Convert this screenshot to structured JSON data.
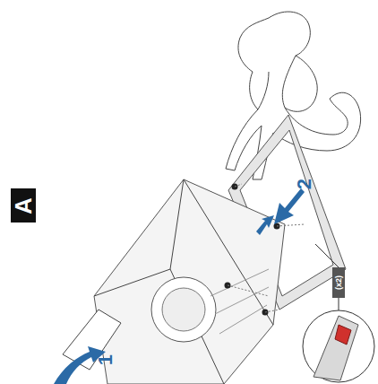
{
  "diagram": {
    "nodes": [
      {
        "text": [
          "A"
        ]
      },
      {
        "text": [
          "(x2)"
        ]
      }
    ],
    "labels": [
      "1",
      "2"
    ]
  }
}
